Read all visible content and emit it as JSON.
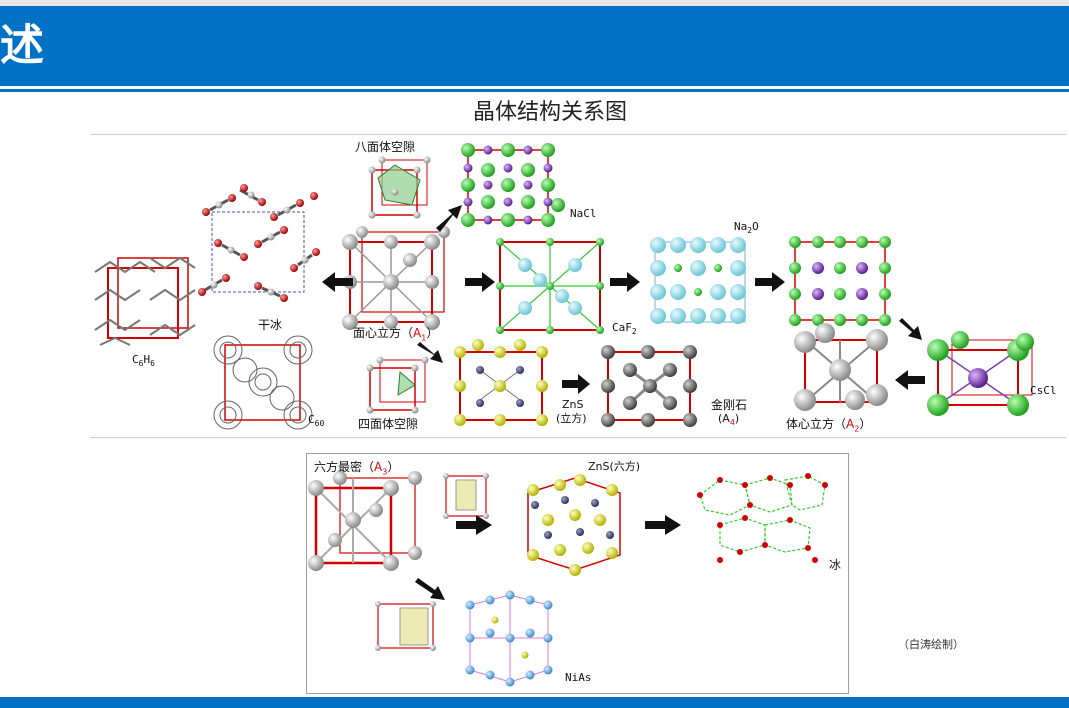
{
  "header": {
    "title": "述"
  },
  "diagram_title": "晶体结构关系图",
  "labels": {
    "octahedral_void": "八面体空隙",
    "nacl": "NaCl",
    "na2o": "Na",
    "na2o_sub": "2",
    "na2o_o": "O",
    "dry_ice": "干冰",
    "fcc": "面心立方（",
    "fcc_a": "A",
    "fcc_sub": "1",
    "fcc_close": "）",
    "caf2": "CaF",
    "caf2_sub": "2",
    "c6h6_c": "C",
    "c6h6_6a": "6",
    "c6h6_h": "H",
    "c6h6_6b": "6",
    "c60_c": "C",
    "c60_sub": "60",
    "tetrahedral_void": "四面体空隙",
    "zns_cubic_1": "ZnS",
    "zns_cubic_2": "(立方)",
    "diamond_1": "金刚石",
    "diamond_a": "(A",
    "diamond_sub": "4",
    "diamond_close": ")",
    "bcc": "体心立方（",
    "bcc_a": "A",
    "bcc_sub": "2",
    "bcc_close": "）",
    "cscl": "CsCl",
    "hcp": "六方最密（",
    "hcp_a": "A",
    "hcp_sub": "3",
    "hcp_close": "）",
    "zns_hex": "ZnS(六方)",
    "ice": "冰",
    "nias": "NiAs"
  },
  "credit": "（白涛绘制）",
  "colors": {
    "header_blue": "#0072c6",
    "cell_edge_red": "#d40000",
    "chlorine_green": "#2ecc2e",
    "sodium_purple": "#8e44ad",
    "sulfur_yellow": "#e6e600",
    "oxygen_red": "#cc0000",
    "atom_gray": "#9a9a9a",
    "fluorine_cyan": "#8ee0ea"
  }
}
